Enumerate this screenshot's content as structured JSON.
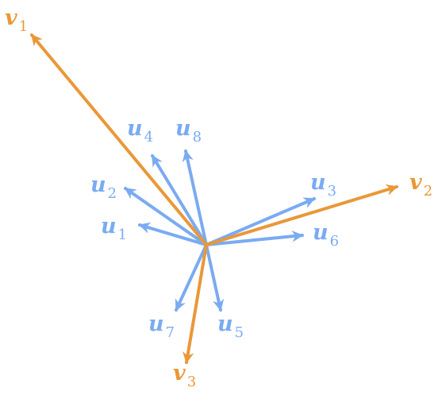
{
  "colors": {
    "u_vectors": "#7aabf2",
    "v_vectors": "#e99838"
  },
  "u_vectors": [
    {
      "letter": "u",
      "index": "1"
    },
    {
      "letter": "u",
      "index": "2"
    },
    {
      "letter": "u",
      "index": "3"
    },
    {
      "letter": "u",
      "index": "4"
    },
    {
      "letter": "u",
      "index": "5"
    },
    {
      "letter": "u",
      "index": "6"
    },
    {
      "letter": "u",
      "index": "7"
    },
    {
      "letter": "u",
      "index": "8"
    }
  ],
  "v_vectors": [
    {
      "letter": "v",
      "index": "1"
    },
    {
      "letter": "v",
      "index": "2"
    },
    {
      "letter": "v",
      "index": "3"
    }
  ]
}
